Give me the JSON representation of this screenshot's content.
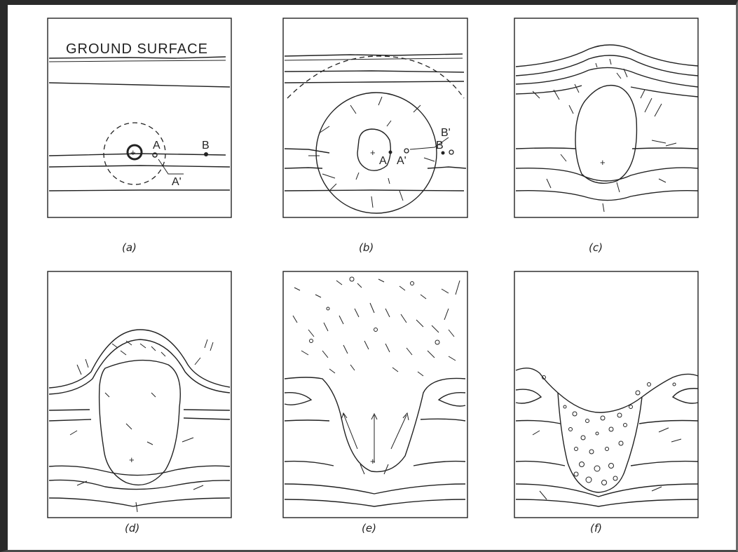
{
  "figure": {
    "ground_surface_label": "GROUND SURFACE",
    "panels": [
      {
        "id": "a",
        "caption": "(a)"
      },
      {
        "id": "b",
        "caption": "(b)"
      },
      {
        "id": "c",
        "caption": "(c)"
      },
      {
        "id": "d",
        "caption": "(d)"
      },
      {
        "id": "e",
        "caption": "(e)"
      },
      {
        "id": "f",
        "caption": "(f)"
      }
    ],
    "point_labels": {
      "A": "A",
      "A_prime": "A'",
      "B": "B",
      "B_prime": "B'",
      "center": "+"
    }
  }
}
